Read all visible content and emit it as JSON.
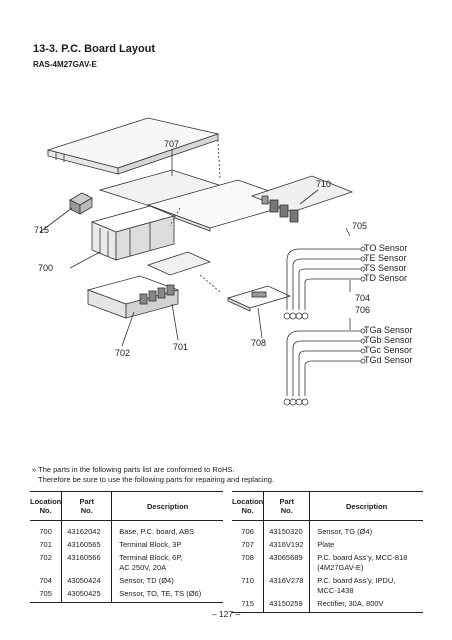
{
  "header": {
    "title": "13-3.  P.C. Board Layout",
    "model": "RAS-4M27GAV-E"
  },
  "diagram": {
    "callouts": [
      "707",
      "710",
      "705",
      "715",
      "700",
      "704",
      "706",
      "702",
      "701",
      "708"
    ],
    "sensors_top": [
      "TO Sensor",
      "TE Sensor",
      "TS Sensor",
      "TD Sensor"
    ],
    "sensors_bottom": [
      "TGa Sensor",
      "TGb Sensor",
      "TGc Sensor",
      "TGd Sensor"
    ]
  },
  "notes": {
    "line1": "» The parts in the following parts list are conformed to RoHS.",
    "line2": "Therefore be sure to use the following parts for repairing and replacing."
  },
  "table_headers": {
    "loc_1": "Location",
    "loc_2": "No.",
    "part_1": "Part",
    "part_2": "No.",
    "desc": "Description"
  },
  "parts_left": [
    {
      "loc": "700",
      "part": "43162042",
      "desc1": "Base, P.C. board, ABS",
      "desc2": ""
    },
    {
      "loc": "701",
      "part": "43160565",
      "desc1": "Terminal Block, 3P",
      "desc2": ""
    },
    {
      "loc": "702",
      "part": "43160566",
      "desc1": "Terminal Block, 6P,",
      "desc2": "AC 250V, 20A"
    },
    {
      "loc": "704",
      "part": "43050424",
      "desc1": "Sensor, TD  (Ø4)",
      "desc2": ""
    },
    {
      "loc": "705",
      "part": "43050425",
      "desc1": "Sensor, TO, TE, TS (Ø6)",
      "desc2": ""
    }
  ],
  "parts_right": [
    {
      "loc": "706",
      "part": "43150320",
      "desc1": "Sensor, TG (Ø4)",
      "desc2": ""
    },
    {
      "loc": "707",
      "part": "4316V192",
      "desc1": "Plate",
      "desc2": ""
    },
    {
      "loc": "708",
      "part": "43065689",
      "desc1": "P.C. board Ass’y, MCC-818",
      "desc2": "(4M27GAV-E)"
    },
    {
      "loc": "710",
      "part": "4316V278",
      "desc1": "P.C. board Ass’y, IPDU,",
      "desc2": "MCC-1438"
    },
    {
      "loc": "715",
      "part": "43150259",
      "desc1": "Rectifier, 30A, 800V",
      "desc2": ""
    }
  ],
  "footer": {
    "page": "– 127 –"
  }
}
